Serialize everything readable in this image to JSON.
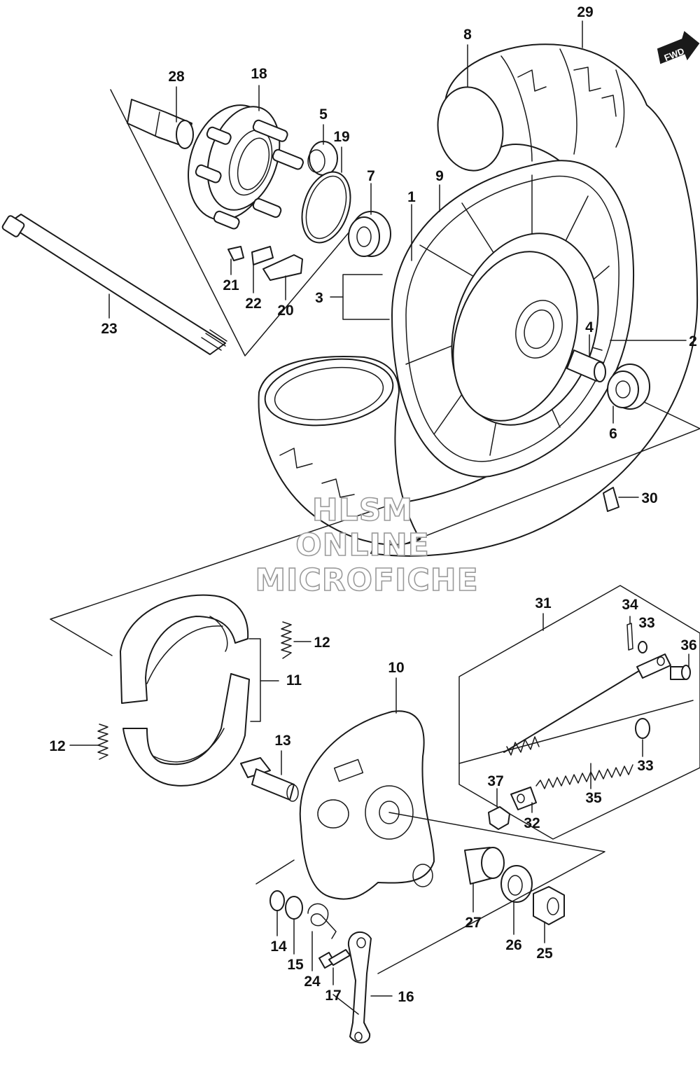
{
  "fwd_label": "FWD",
  "watermark": {
    "line1": "HLSM",
    "line2": "ONLINE",
    "line3": "MICROFICHE"
  },
  "callouts": {
    "c1": "1",
    "c2": "2",
    "c3": "3",
    "c4": "4",
    "c5": "5",
    "c6": "6",
    "c7": "7",
    "c8": "8",
    "c9": "9",
    "c10": "10",
    "c11": "11",
    "c12a": "12",
    "c12b": "12",
    "c13": "13",
    "c14": "14",
    "c15": "15",
    "c16": "16",
    "c17": "17",
    "c18": "18",
    "c19": "19",
    "c20": "20",
    "c21": "21",
    "c22": "22",
    "c23": "23",
    "c24": "24",
    "c25": "25",
    "c26": "26",
    "c27": "27",
    "c28": "28",
    "c29": "29",
    "c30": "30",
    "c31": "31",
    "c32": "32",
    "c33a": "33",
    "c33b": "33",
    "c34": "34",
    "c35": "35",
    "c36": "36",
    "c37": "37"
  }
}
